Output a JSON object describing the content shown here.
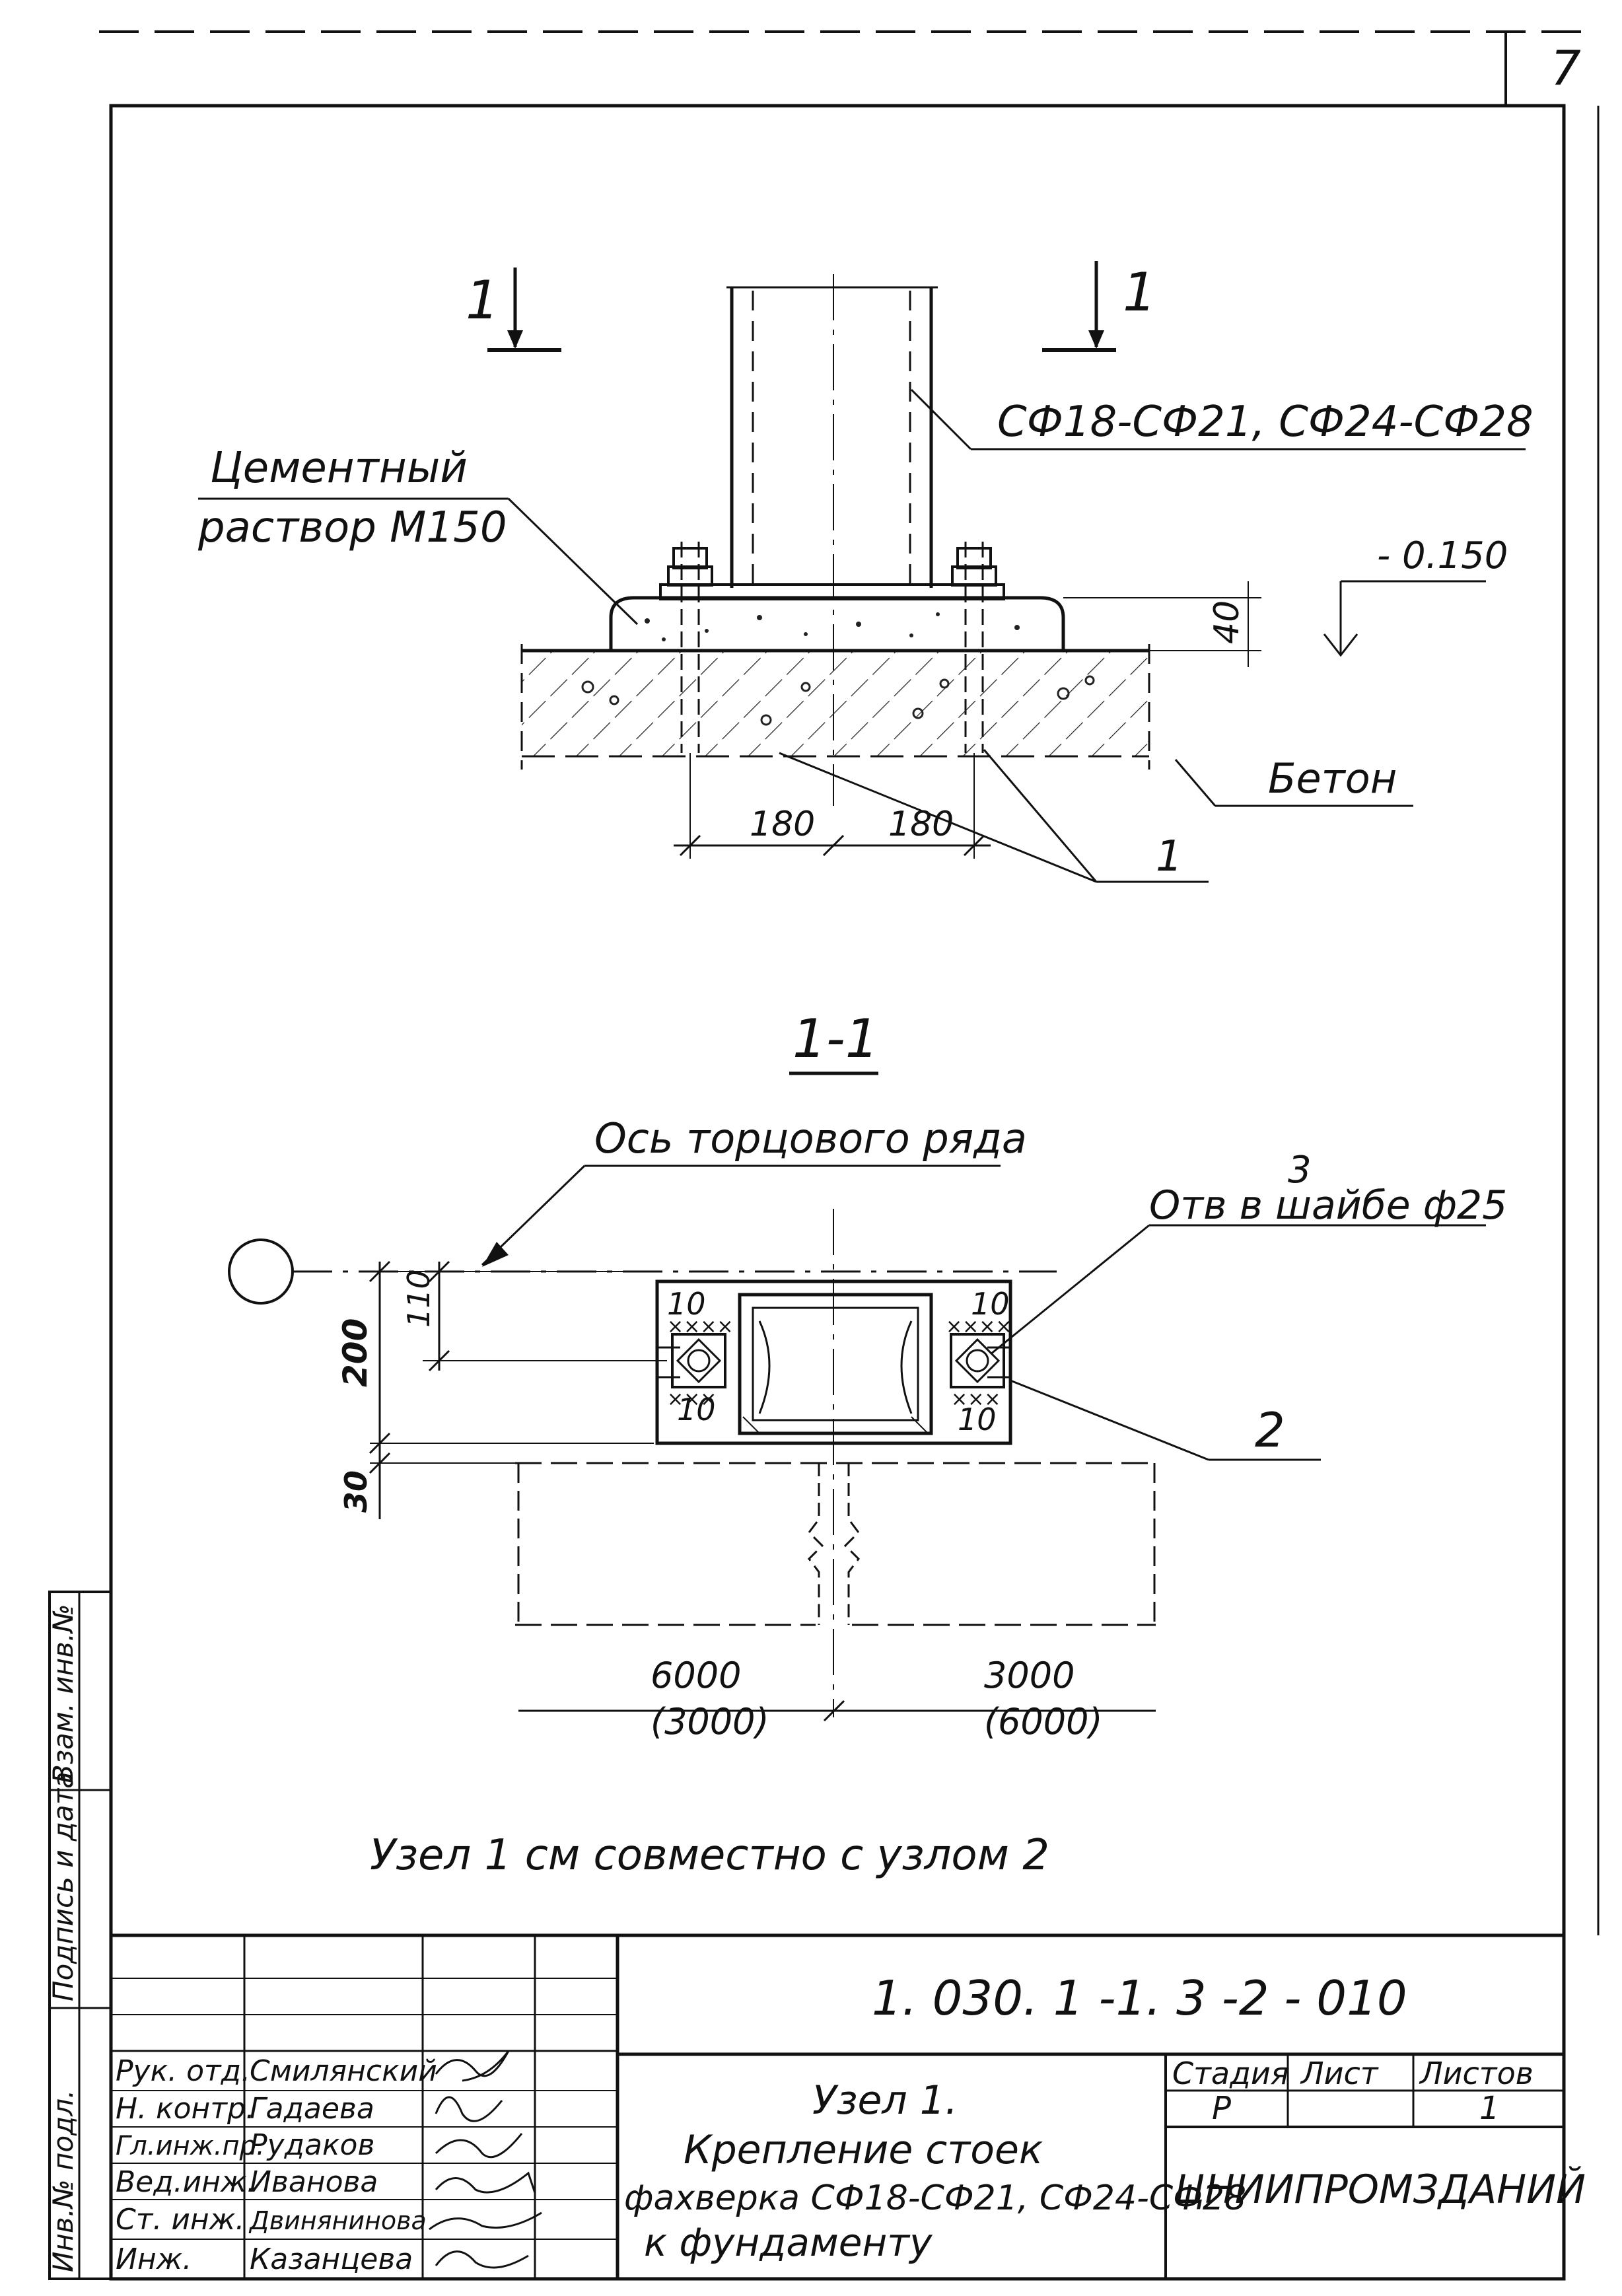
{
  "page_number": "7",
  "elevation": {
    "section_mark": "1",
    "column_label": "СФ18-СФ21, СФ24-СФ28",
    "mortar_label_line1": "Цементный",
    "mortar_label_line2": "раствор М150",
    "level_mark": "- 0.150",
    "mortar_thickness": "40",
    "concrete_label": "Бетон",
    "dim_left": "180",
    "dim_right": "180",
    "callout_1": "1"
  },
  "section": {
    "title": "1-1",
    "axis_label": "Ось торцового ряда",
    "hole_callout_number": "3",
    "hole_callout_text": "Отв в шайбе ф25",
    "weld_top_left": "10",
    "weld_top_right": "10",
    "weld_bottom_left": "10",
    "weld_bottom_right": "10",
    "callout_2": "2",
    "dim_200": "200",
    "dim_110": "110",
    "dim_30": "30",
    "span_left": "6000",
    "span_left_alt": "(3000)",
    "span_right": "3000",
    "span_right_alt": "(6000)"
  },
  "note": "Узел 1 см совместно с узлом 2",
  "side_stamp": {
    "cells": [
      "Инв.№ подл.",
      "Подпись и дата",
      "Взам. инв.№"
    ]
  },
  "title_block": {
    "doc_code": "1. 030. 1 -1. 3 -2 - 010",
    "roles": [
      {
        "role": "Рук. отд.",
        "name": "Смилянский"
      },
      {
        "role": "Н. контр.",
        "name": "Гадаева"
      },
      {
        "role": "Гл.инж.пр.",
        "name": "Рудаков"
      },
      {
        "role": "Вед.инж.",
        "name": "Иванова"
      },
      {
        "role": "Ст. инж.",
        "name": "Двинянинова"
      },
      {
        "role": "Инж.",
        "name": "Казанцева"
      }
    ],
    "title_line1": "Узел 1.",
    "title_line2": "Крепление стоек",
    "title_line3": "фахверка СФ18-СФ21, СФ24-СФ28",
    "title_line4": "к фундаменту",
    "stage_header": "Стадия",
    "sheet_header": "Лист",
    "sheets_header": "Листов",
    "stage_value": "Р",
    "sheet_value": "",
    "sheets_value": "1",
    "organization": "ЦНИИПРОМЗДАНИЙ"
  }
}
